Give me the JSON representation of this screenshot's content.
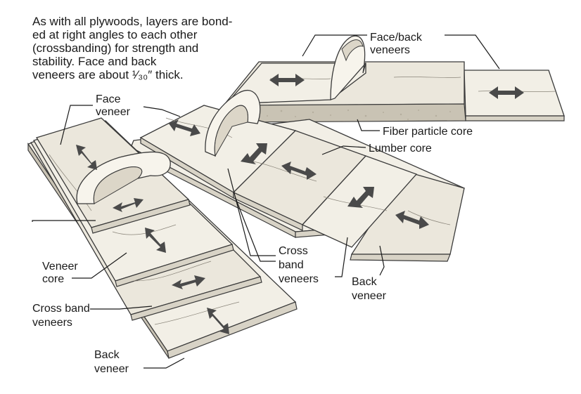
{
  "caption": {
    "lines": [
      "As with all plywoods, layers are bond-",
      "ed at right angles to each other",
      "(crossbanding) for strength and",
      "stability.  Face and back",
      "veneers are about ¹⁄₃₀″ thick."
    ]
  },
  "labels": {
    "face_back_veneers": [
      "Face/back",
      "veneers"
    ],
    "fiber_particle_core": "Fiber particle core",
    "lumber_core": "Lumber core",
    "face_veneer": [
      "Face",
      "veneer"
    ],
    "veneer_core": [
      "Veneer",
      "core"
    ],
    "cross_band_veneers_left": [
      "Cross band",
      "veneers"
    ],
    "back_veneer_left": [
      "Back",
      "veneer"
    ],
    "cross_band_veneers_center": [
      "Cross",
      "band",
      "veneers"
    ],
    "back_veneer_right": [
      "Back",
      "veneer"
    ]
  }
}
